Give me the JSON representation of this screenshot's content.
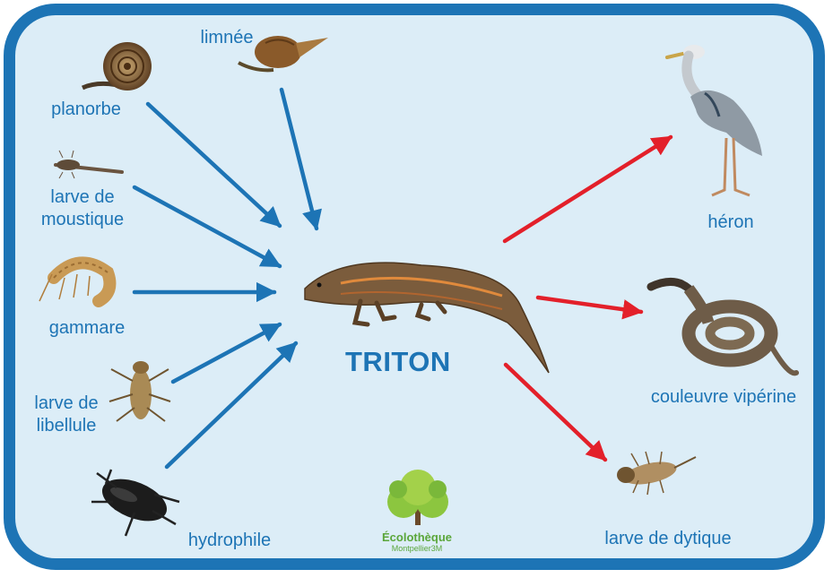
{
  "center": {
    "label": "TRITON"
  },
  "prey": [
    {
      "id": "limnee",
      "label": "limnée"
    },
    {
      "id": "planorbe",
      "label": "planorbe"
    },
    {
      "id": "larve-moustique",
      "label": "larve de moustique",
      "lines": [
        "larve de",
        "moustique"
      ]
    },
    {
      "id": "gammare",
      "label": "gammare"
    },
    {
      "id": "larve-libellule",
      "label": "larve de libellule",
      "lines": [
        "larve de",
        "libellule"
      ]
    },
    {
      "id": "hydrophile",
      "label": "hydrophile"
    }
  ],
  "predators": [
    {
      "id": "heron",
      "label": "héron"
    },
    {
      "id": "couleuvre",
      "label": "couleuvre vipérine"
    },
    {
      "id": "dytique",
      "label": "larve de dytique"
    }
  ],
  "logo": {
    "name": "Écolothèque",
    "sub": "Montpellier3M"
  },
  "colors": {
    "frame": "#1d74b5",
    "background": "#dcedf7",
    "prey_arrow": "#1d74b5",
    "predator_arrow": "#e3202a",
    "label": "#1d74b5",
    "logo": "#5aa63a"
  }
}
